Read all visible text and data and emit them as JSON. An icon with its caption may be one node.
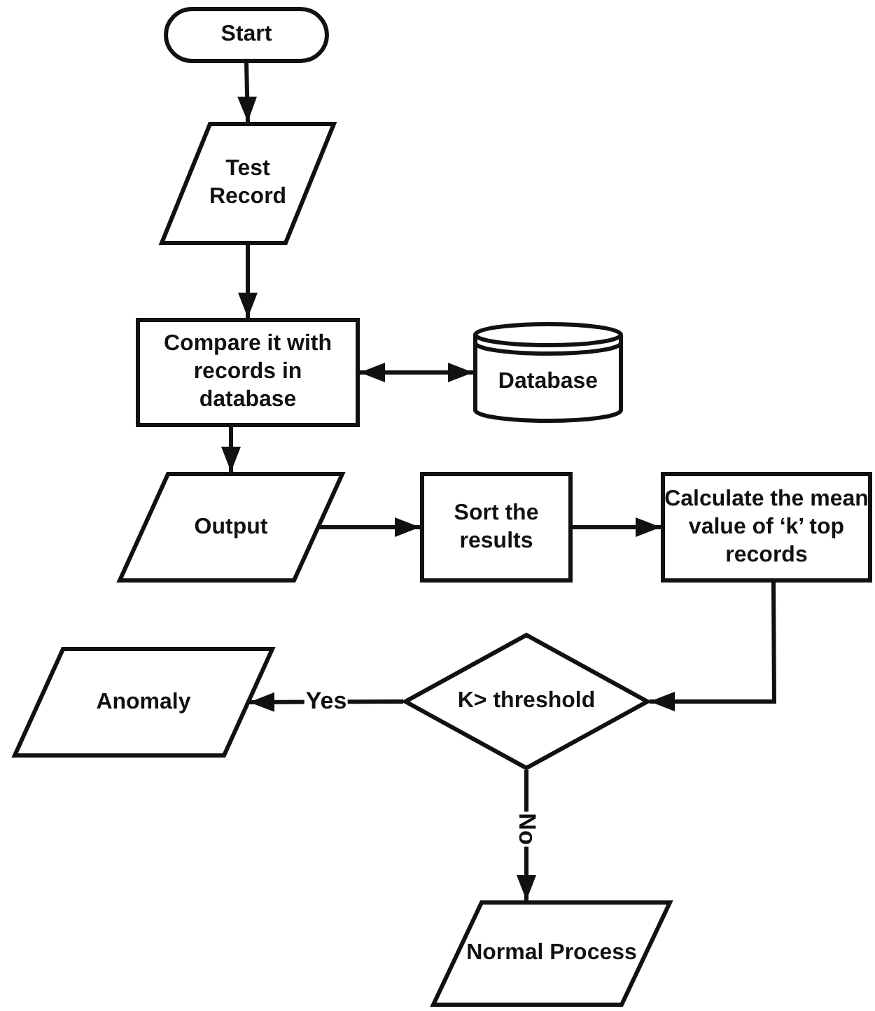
{
  "diagram": {
    "nodes": [
      {
        "text": [
          "Start"
        ]
      },
      {
        "text": [
          "Test Record"
        ]
      },
      {
        "text": [
          "Compare it with records in database"
        ]
      },
      {
        "text": [
          "Database"
        ]
      },
      {
        "text": [
          "Output"
        ]
      },
      {
        "text": [
          "Sort the results"
        ]
      },
      {
        "text": [
          "Calculate the mean value of ‘k’ top records"
        ]
      },
      {
        "text": [
          "Anomaly"
        ]
      },
      {
        "text": [
          "K> threshold"
        ]
      },
      {
        "text": [
          "Normal Process"
        ]
      }
    ],
    "edges": [
      {
        "from": 0,
        "to": 1,
        "arrow": "to"
      },
      {
        "from": 1,
        "to": 2,
        "arrow": "to"
      },
      {
        "from": 2,
        "to": 3,
        "arrow": "both"
      },
      {
        "from": 2,
        "to": 4,
        "arrow": "to"
      },
      {
        "from": 4,
        "to": 5,
        "arrow": "to"
      },
      {
        "from": 5,
        "to": 6,
        "arrow": "to"
      },
      {
        "from": 6,
        "to": 8,
        "arrow": "to"
      },
      {
        "from": 8,
        "to": 7,
        "label": "Yes",
        "arrow": "to"
      },
      {
        "from": 8,
        "to": 9,
        "label": "No",
        "arrow": "to"
      }
    ]
  }
}
